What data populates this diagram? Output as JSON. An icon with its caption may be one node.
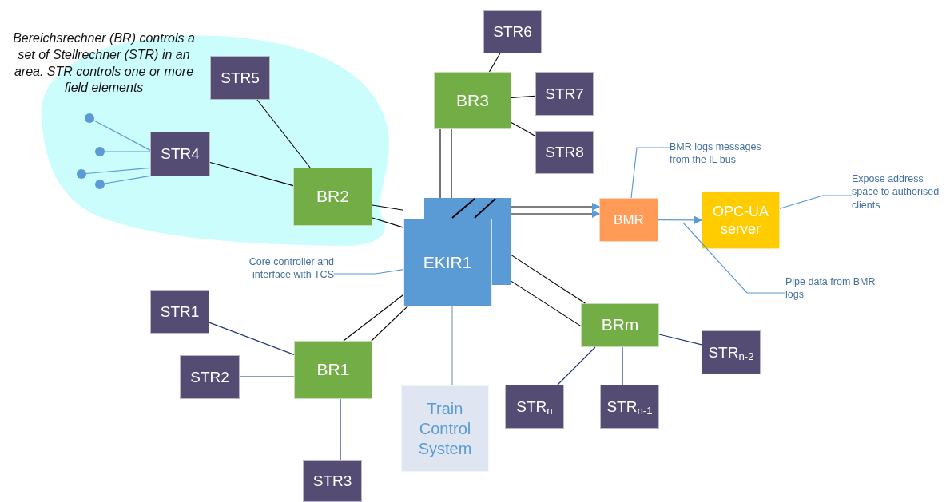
{
  "diagram": {
    "nodes": [
      {
        "text": [
          "STR6"
        ]
      },
      {
        "text": [
          "BR3"
        ]
      },
      {
        "text": [
          "STR7"
        ]
      },
      {
        "text": [
          "STR8"
        ]
      },
      {
        "text": [
          "STR5"
        ]
      },
      {
        "text": [
          "STR4"
        ]
      },
      {
        "text": [
          "BR2"
        ]
      },
      {
        "text": [
          "EKIR1"
        ]
      },
      {
        "text": [
          "BMR"
        ]
      },
      {
        "text": [
          "OPC-UA server"
        ]
      },
      {
        "text": [
          "STR1"
        ]
      },
      {
        "text": [
          "BR1"
        ]
      },
      {
        "text": [
          "STR2"
        ]
      },
      {
        "text": [
          "BRm"
        ]
      },
      {
        "text": [
          "STR$_{n-2}$"
        ]
      },
      {
        "text": [
          "Train Control System"
        ]
      },
      {
        "text": [
          "STR$_{n}$"
        ]
      },
      {
        "text": [
          "STR$_{n-1}$"
        ]
      },
      {
        "text": [
          "STR3"
        ]
      },
      {
        "text": [],
        "shape": "circle"
      },
      {
        "text": [],
        "shape": "circle"
      },
      {
        "text": [],
        "shape": "circle"
      },
      {
        "text": [],
        "shape": "circle"
      },
      {
        "text": [
          "BMR logs messages from the IL bus"
        ]
      },
      {
        "text": [
          "Expose address space to authorised clients"
        ]
      },
      {
        "text": [
          "Core controller and interface with TCS"
        ]
      },
      {
        "text": [
          "Pipe data from BMR logs"
        ]
      }
    ],
    "edges": [
      {
        "from": 0,
        "to": 1,
        "arrow": "none"
      },
      {
        "from": 1,
        "to": 2,
        "arrow": "none"
      },
      {
        "from": 1,
        "to": 3,
        "arrow": "none"
      },
      {
        "from": 4,
        "to": 6,
        "arrow": "none"
      },
      {
        "from": 5,
        "to": 6,
        "arrow": "none"
      },
      {
        "from": 6,
        "to": 7,
        "arrow": "none"
      },
      {
        "from": 6,
        "to": 7,
        "arrow": "none"
      },
      {
        "from": 1,
        "to": 7,
        "arrow": "none"
      },
      {
        "from": 1,
        "to": 7,
        "arrow": "none"
      },
      {
        "from": 7,
        "to": 8,
        "arrow": "to"
      },
      {
        "from": 7,
        "to": 8,
        "arrow": "to"
      },
      {
        "from": 8,
        "to": 9,
        "arrow": "to",
        "color": "#5b9bd5"
      },
      {
        "from": 7,
        "to": 13,
        "arrow": "none"
      },
      {
        "from": 7,
        "to": 13,
        "arrow": "none"
      },
      {
        "from": 7,
        "to": 11,
        "arrow": "none"
      },
      {
        "from": 7,
        "to": 11,
        "arrow": "none"
      },
      {
        "from": 10,
        "to": 11,
        "arrow": "none",
        "color": "#1f3b7a"
      },
      {
        "from": 12,
        "to": 11,
        "arrow": "none",
        "color": "#1f3b7a"
      },
      {
        "from": 11,
        "to": 18,
        "arrow": "none",
        "color": "#1f3b7a"
      },
      {
        "from": 13,
        "to": 14,
        "arrow": "none",
        "color": "#1f3b7a"
      },
      {
        "from": 13,
        "to": 16,
        "arrow": "none",
        "color": "#1f3b7a"
      },
      {
        "from": 13,
        "to": 17,
        "arrow": "none",
        "color": "#1f3b7a"
      },
      {
        "from": 7,
        "to": 15,
        "arrow": "none",
        "color": "#7f9fc0"
      },
      {
        "from": 19,
        "to": 5,
        "arrow": "none",
        "color": "#5b9bd5"
      },
      {
        "from": 20,
        "to": 5,
        "arrow": "none",
        "color": "#5b9bd5"
      },
      {
        "from": 21,
        "to": 5,
        "arrow": "none",
        "color": "#5b9bd5"
      },
      {
        "from": 22,
        "to": 5,
        "arrow": "none",
        "color": "#5b9bd5"
      },
      {
        "from": 23,
        "to": 8,
        "arrow": "none",
        "color": "#5b9bd5"
      },
      {
        "from": 24,
        "to": 9,
        "arrow": "none",
        "color": "#5b9bd5"
      },
      {
        "from": 25,
        "to": 7,
        "arrow": "none",
        "color": "#5b9bd5"
      },
      {
        "from": 26,
        "to": null,
        "arrow": "none",
        "color": "#5b9bd5"
      }
    ],
    "labels": [
      "Bereichsrechner (BR) controls a set of Stellrechner (STR) in an area. STR controls one or more field elements"
    ]
  }
}
